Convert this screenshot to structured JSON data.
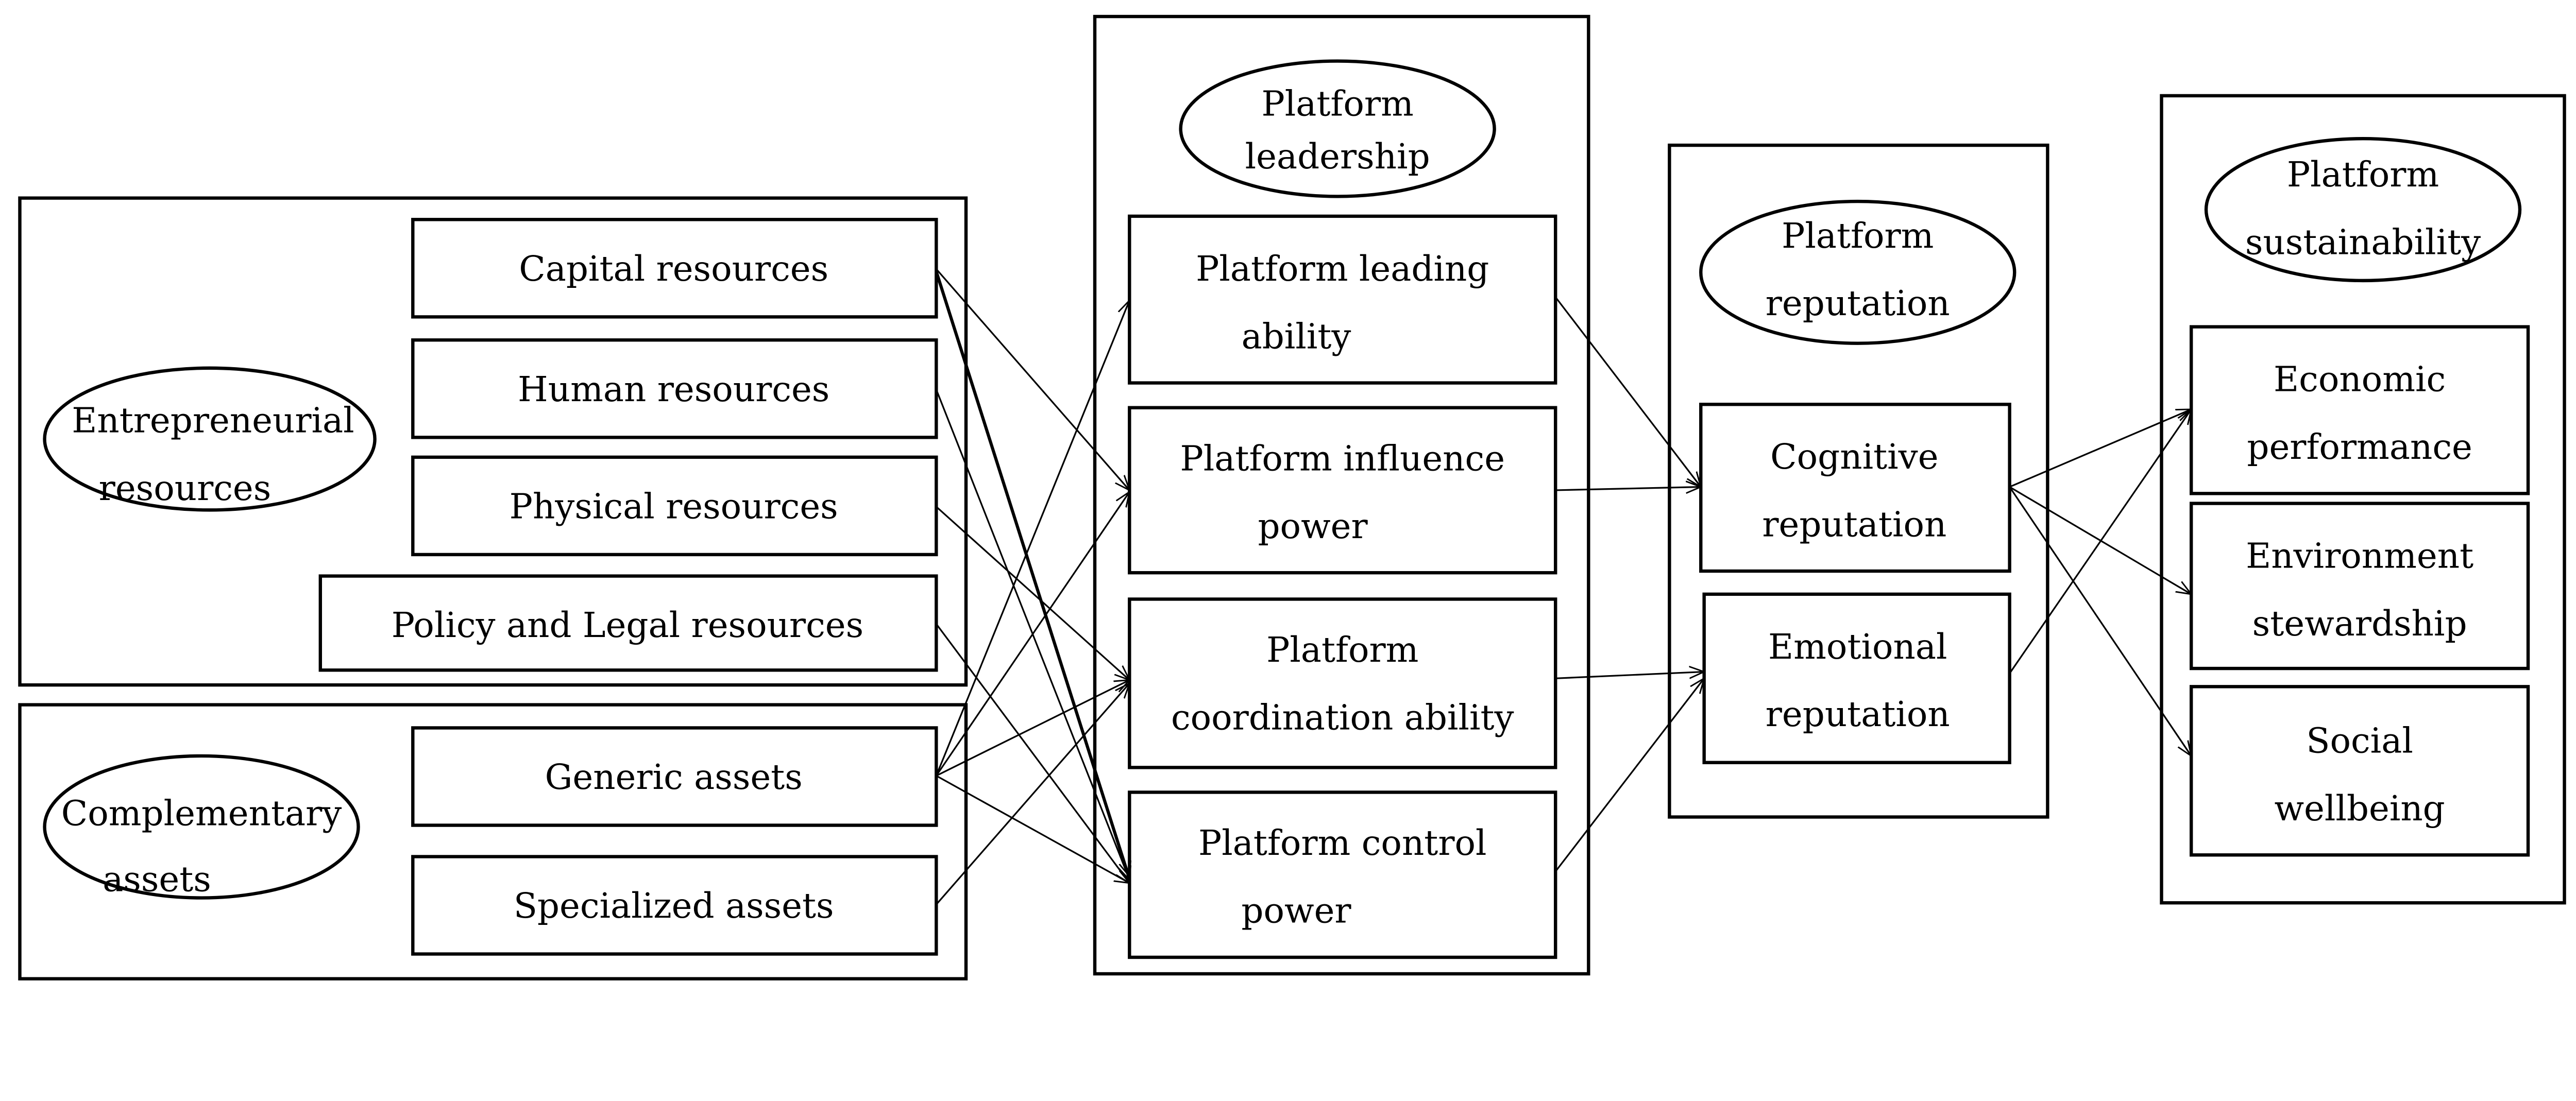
{
  "groups": {
    "entrepreneurial": {
      "label_lines": [
        "Entrepreneurial",
        "resources"
      ],
      "items": [
        "Capital resources",
        "Human resources",
        "Physical resources",
        "Policy and Legal resources"
      ]
    },
    "complementary": {
      "label_lines": [
        "Complementary",
        "assets"
      ],
      "items": [
        "Generic assets",
        "Specialized assets"
      ]
    },
    "leadership": {
      "label_lines": [
        "Platform",
        "leadership"
      ],
      "items": [
        [
          "Platform leading",
          "ability"
        ],
        [
          "Platform influence",
          "power"
        ],
        [
          "Platform",
          "coordination ability"
        ],
        [
          "Platform control",
          "power"
        ]
      ]
    },
    "reputation": {
      "label_lines": [
        "Platform",
        "reputation"
      ],
      "items": [
        [
          "Cognitive",
          "reputation"
        ],
        [
          "Emotional",
          "reputation"
        ]
      ]
    },
    "sustainability": {
      "label_lines": [
        "Platform",
        "sustainability"
      ],
      "items": [
        [
          "Economic",
          "performance"
        ],
        [
          "Environment",
          "stewardship"
        ],
        [
          "Social",
          "wellbeing"
        ]
      ]
    }
  },
  "connections": [
    [
      "Capital resources",
      "Platform influence power"
    ],
    [
      "Capital resources",
      "Platform control power"
    ],
    [
      "Human resources",
      "Platform control power"
    ],
    [
      "Physical resources",
      "Platform coordination ability"
    ],
    [
      "Policy and Legal resources",
      "Platform control power"
    ],
    [
      "Generic assets",
      "Platform leading ability"
    ],
    [
      "Generic assets",
      "Platform influence power"
    ],
    [
      "Generic assets",
      "Platform coordination ability"
    ],
    [
      "Generic assets",
      "Platform control power"
    ],
    [
      "Specialized assets",
      "Platform coordination ability"
    ],
    [
      "Platform leading ability",
      "Cognitive reputation"
    ],
    [
      "Platform influence power",
      "Cognitive reputation"
    ],
    [
      "Platform coordination ability",
      "Emotional reputation"
    ],
    [
      "Platform control power",
      "Emotional reputation"
    ],
    [
      "Cognitive reputation",
      "Economic performance"
    ],
    [
      "Cognitive reputation",
      "Environment stewardship"
    ],
    [
      "Cognitive reputation",
      "Social wellbeing"
    ],
    [
      "Emotional reputation",
      "Economic performance"
    ]
  ]
}
